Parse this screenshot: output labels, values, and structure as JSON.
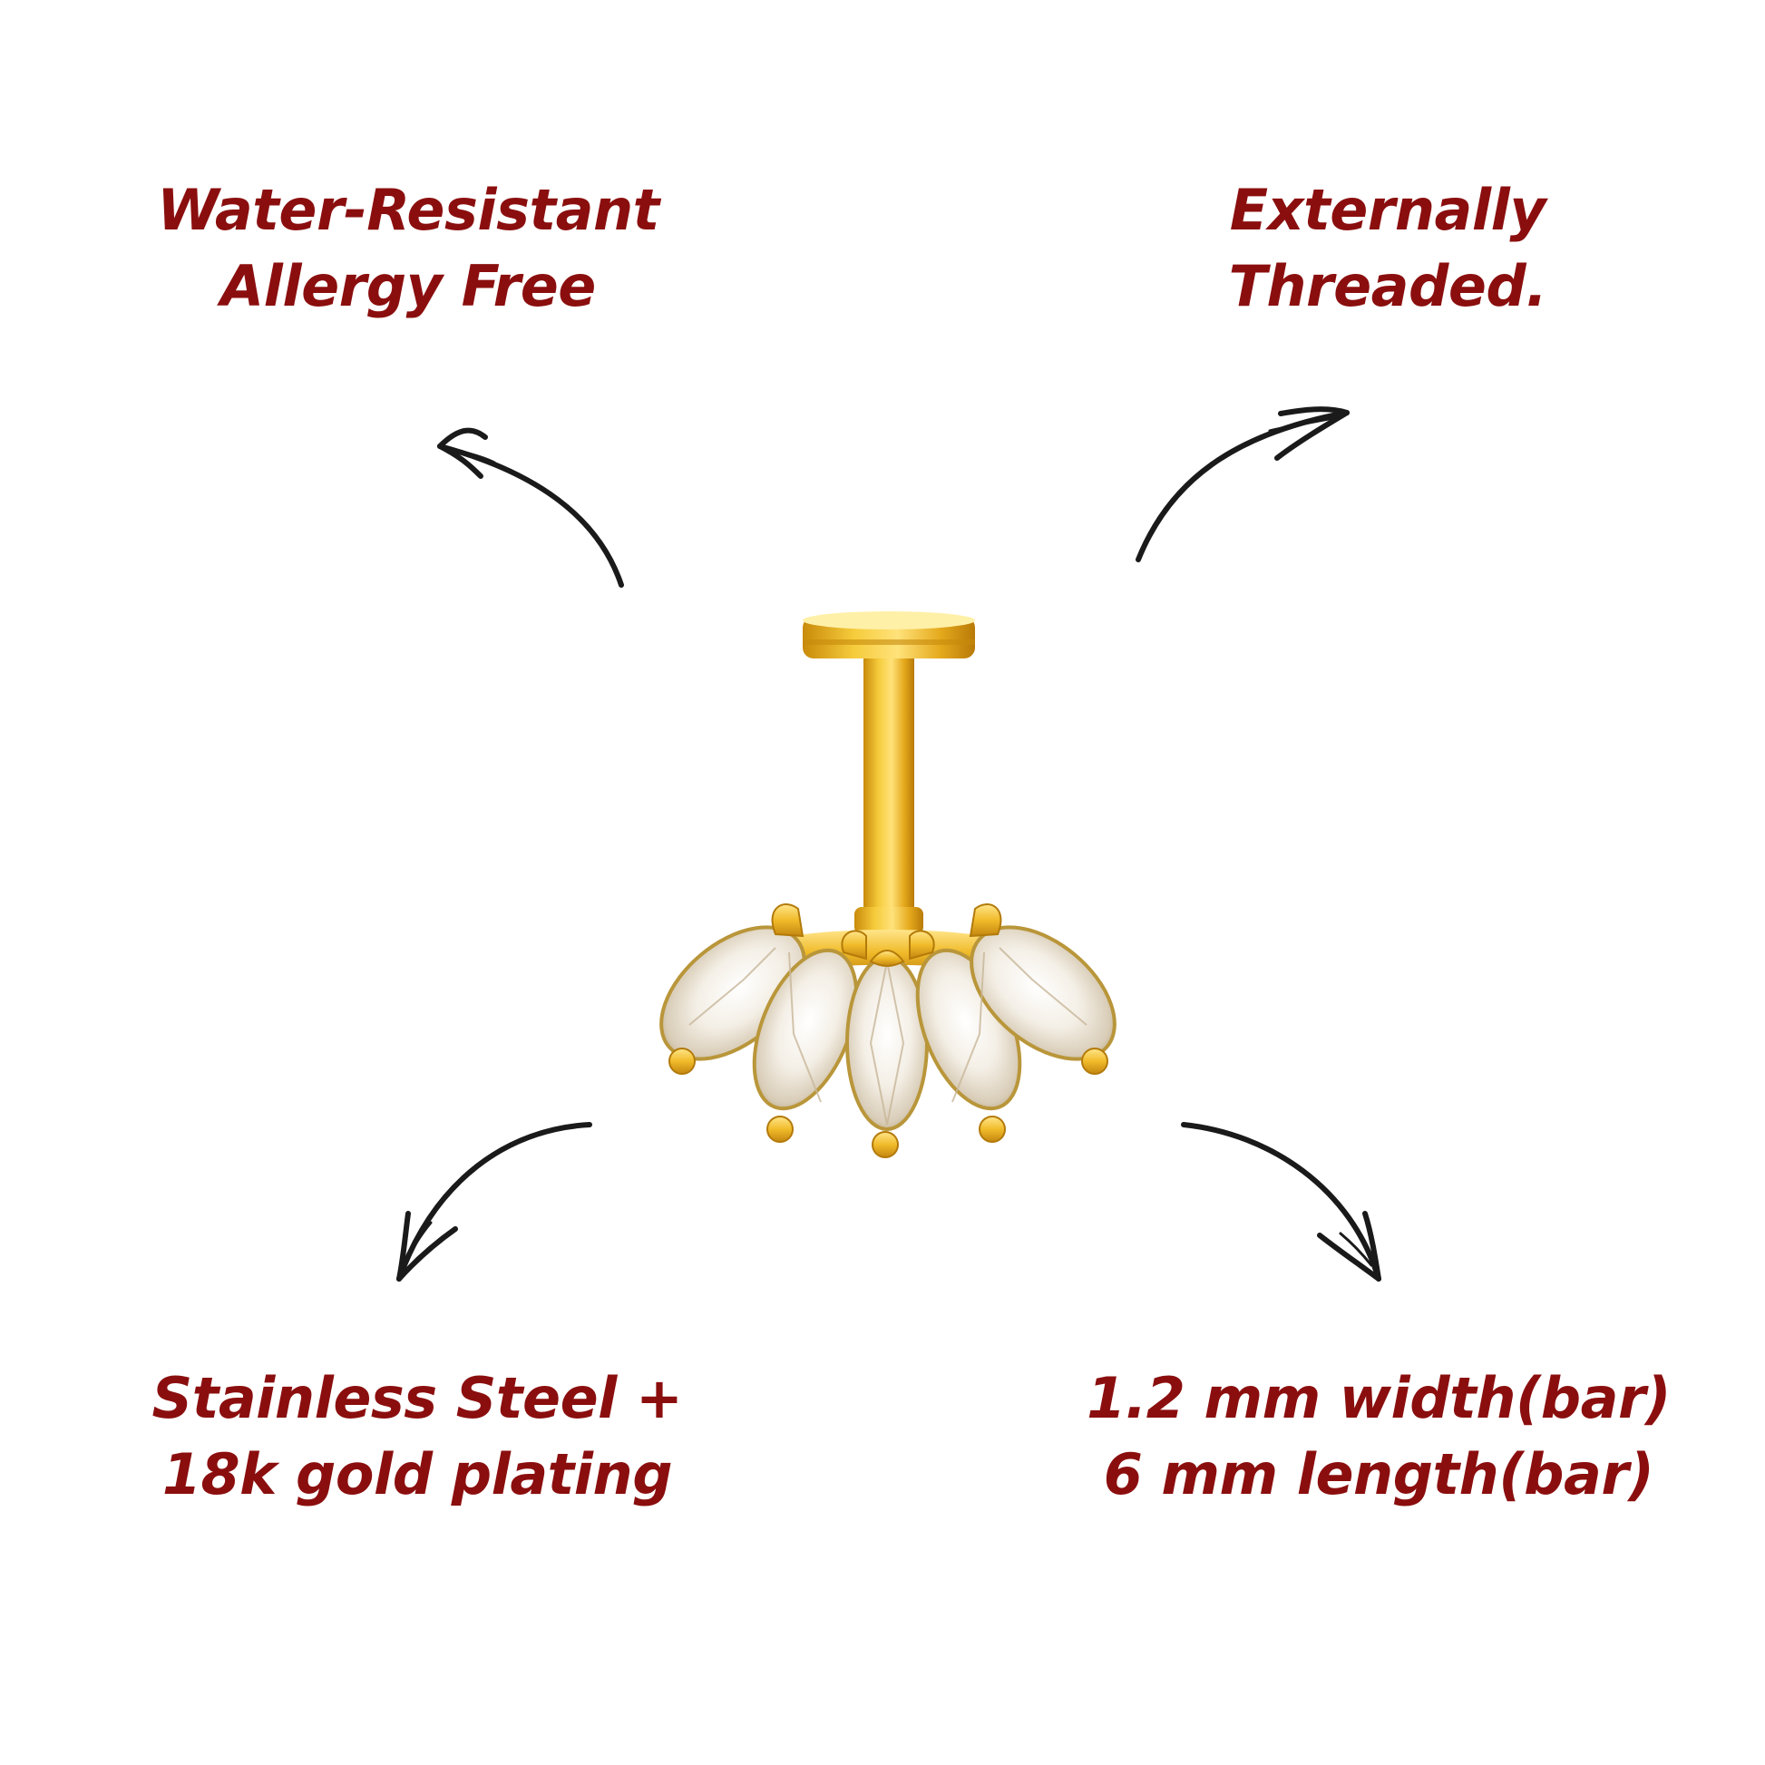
{
  "features": {
    "top_left": {
      "line1": "Water-Resistant",
      "line2": "Allergy Free"
    },
    "top_right": {
      "line1": "Externally",
      "line2": "Threaded."
    },
    "bottom_left": {
      "line1": "Stainless Steel +",
      "line2": "18k gold plating"
    },
    "bottom_right": {
      "line1": "1.2 mm width(bar)",
      "line2": "6 mm length(bar)"
    }
  },
  "colors": {
    "text": "#8b0e0e",
    "arrow": "#1a1a1a",
    "gold": "#e8b21a",
    "background": "#ffffff"
  },
  "icons": [
    "curved-arrow-icon",
    "earring-product-image"
  ]
}
